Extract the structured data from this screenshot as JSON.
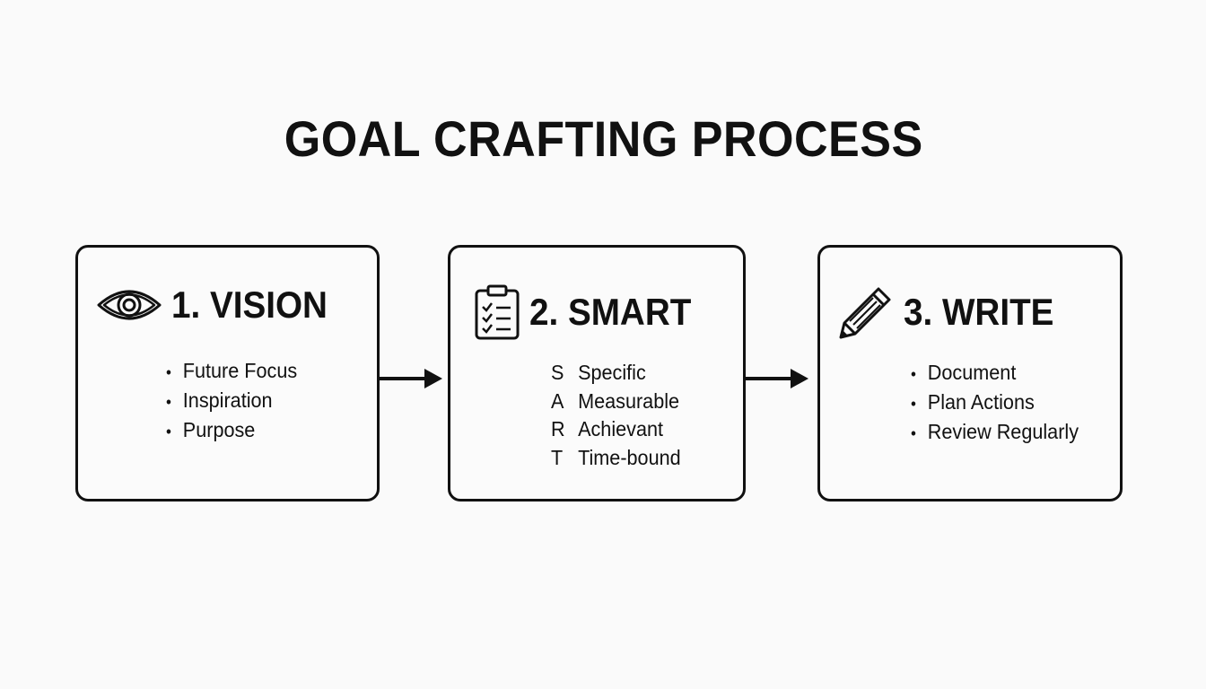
{
  "title": "GOAL CRAFTING PROCESS",
  "steps": [
    {
      "icon": "eye-icon",
      "label": "1. VISION",
      "bullets": [
        "Future Focus",
        "Inspiration",
        "Purpose"
      ]
    },
    {
      "icon": "clipboard-checklist-icon",
      "label": "2. SMART",
      "smart": [
        {
          "letter": "S",
          "word": "Specific"
        },
        {
          "letter": "A",
          "word": "Measurable"
        },
        {
          "letter": "R",
          "word": "Achievant"
        },
        {
          "letter": "T",
          "word": "Time-bound"
        }
      ]
    },
    {
      "icon": "pencil-icon",
      "label": "3. WRITE",
      "bullets": [
        "Document",
        "Plan Actions",
        "Review Regularly"
      ]
    }
  ],
  "bullet_glyph": "•",
  "colors": {
    "background": "#fafafa",
    "ink": "#111111"
  }
}
